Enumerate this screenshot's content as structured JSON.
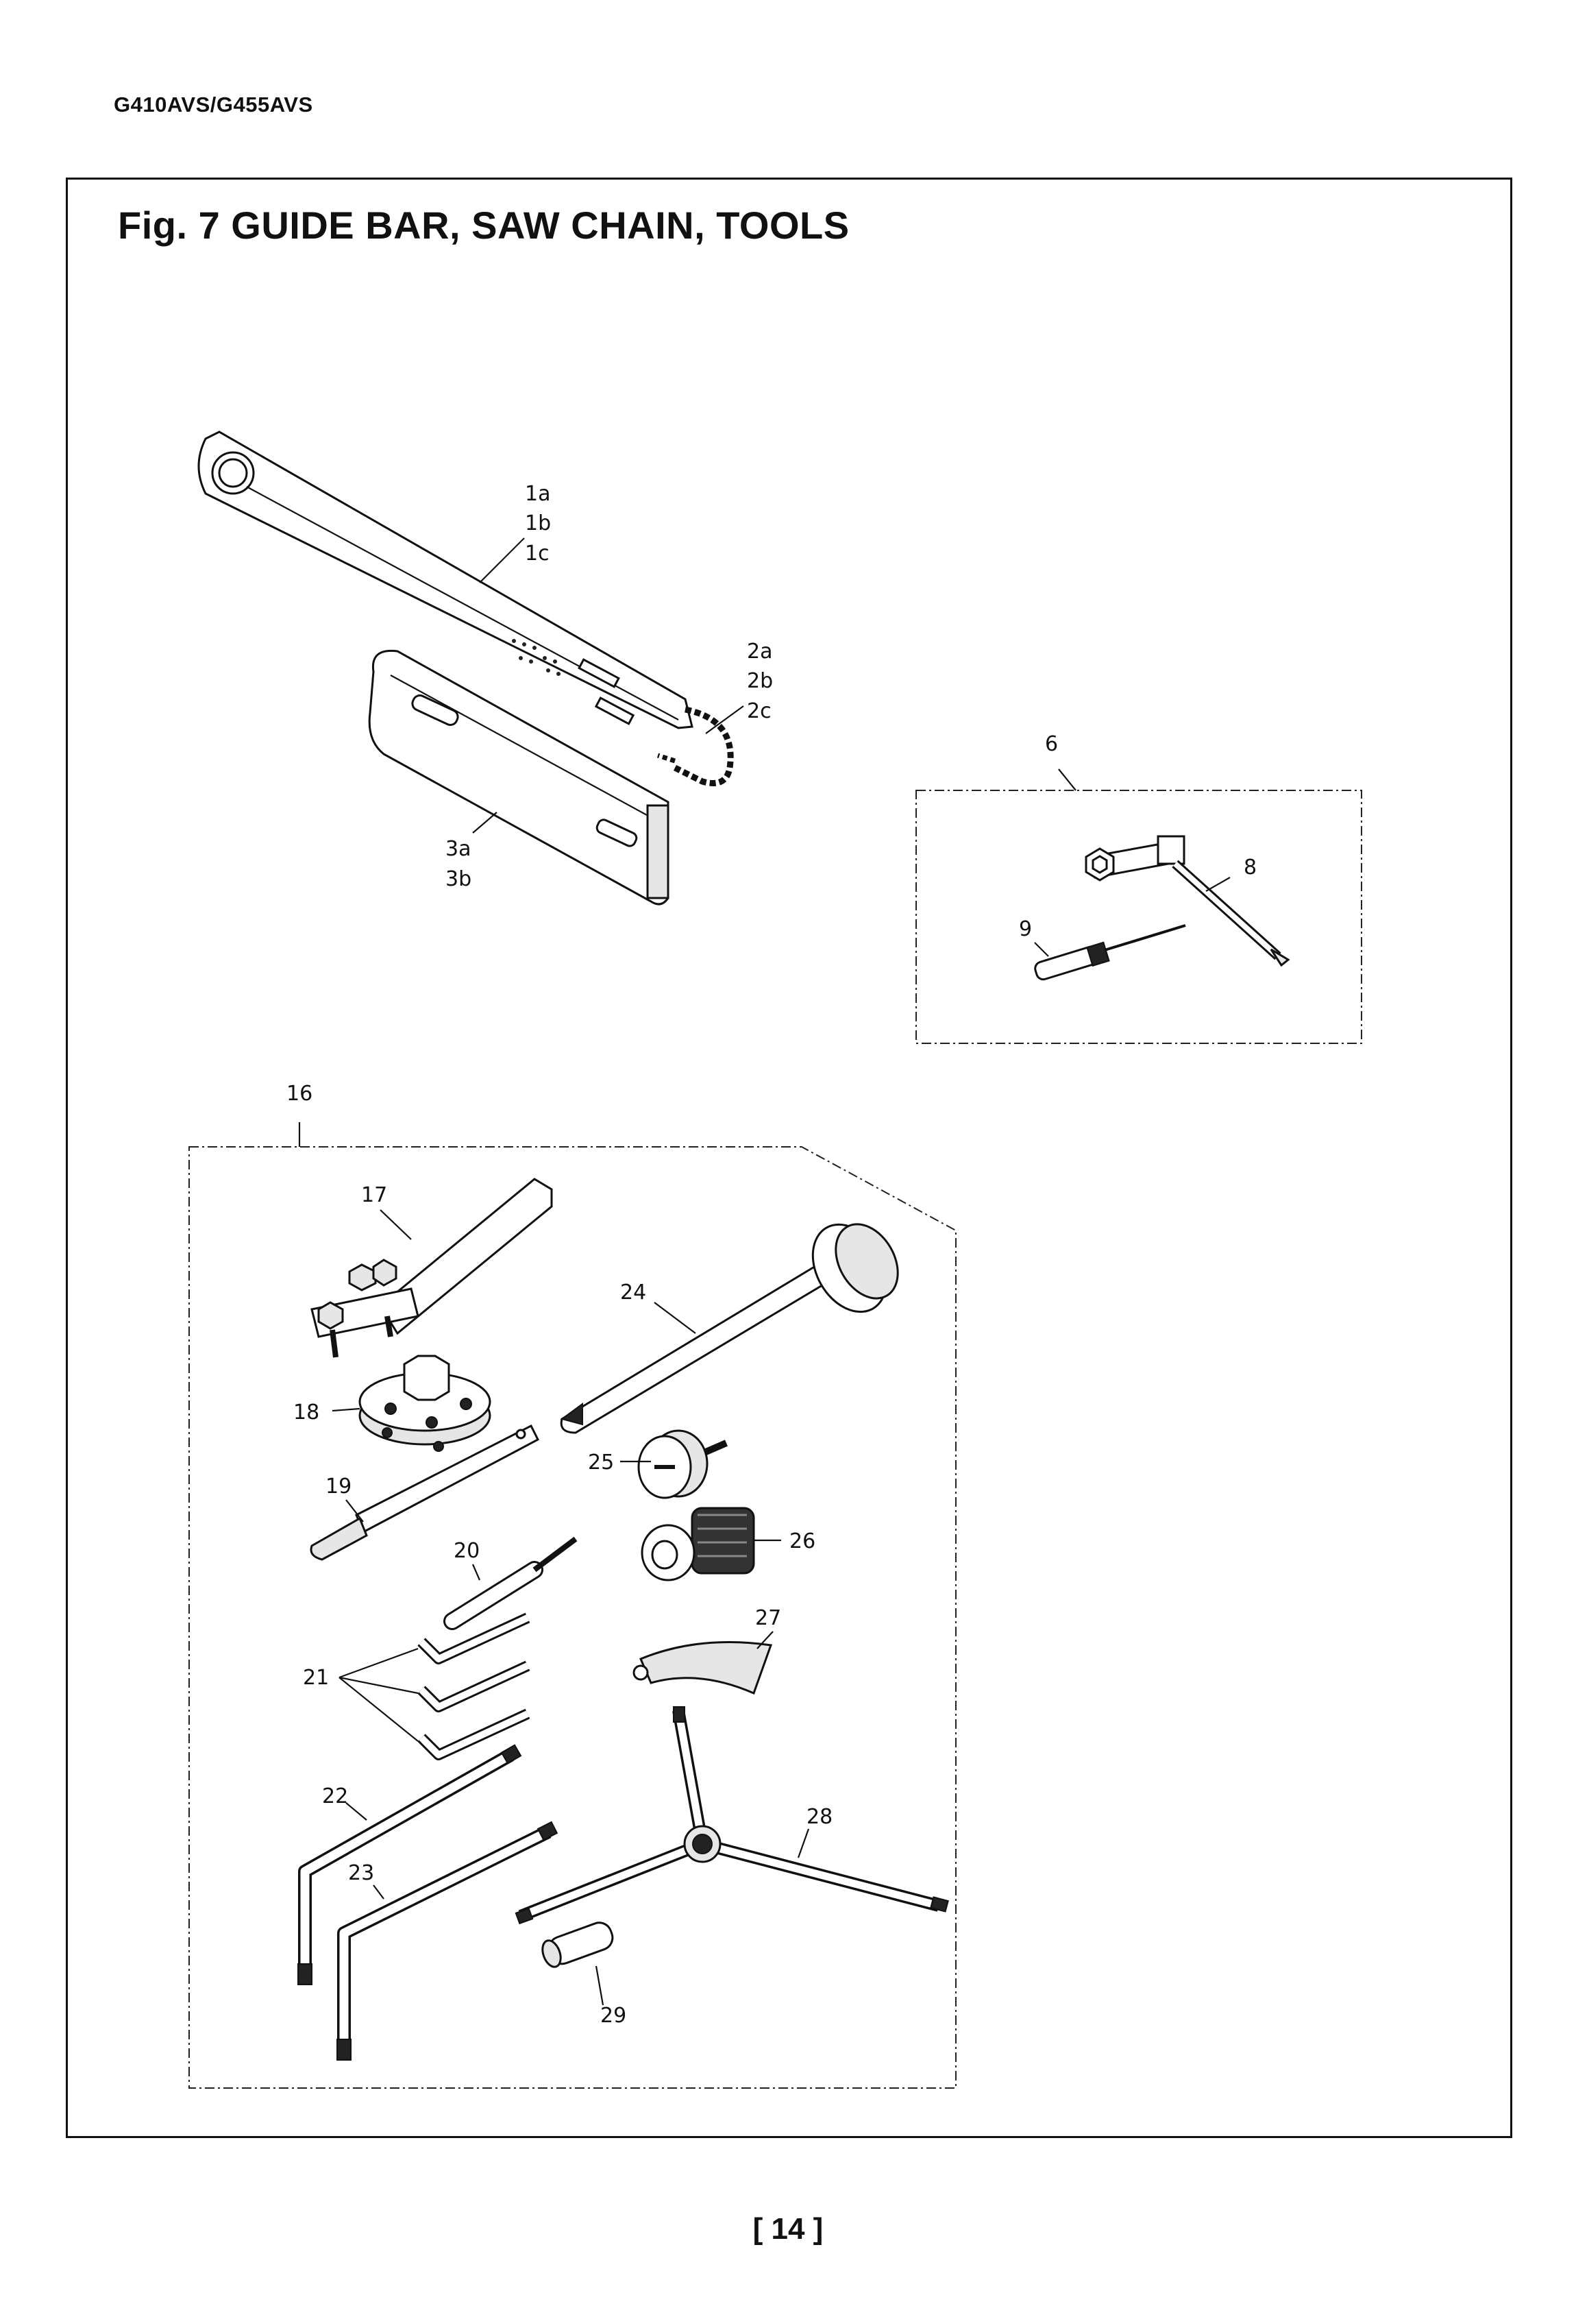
{
  "header": {
    "model": "G410AVS/G455AVS"
  },
  "figure": {
    "title": "Fig. 7  GUIDE BAR, SAW CHAIN, TOOLS"
  },
  "callouts": {
    "c1a": "1a",
    "c1b": "1b",
    "c1c": "1c",
    "c2a": "2a",
    "c2b": "2b",
    "c2c": "2c",
    "c3a": "3a",
    "c3b": "3b",
    "c6": "6",
    "c8": "8",
    "c9": "9",
    "c16": "16",
    "c17": "17",
    "c18": "18",
    "c19": "19",
    "c20": "20",
    "c21": "21",
    "c22": "22",
    "c23": "23",
    "c24": "24",
    "c25": "25",
    "c26": "26",
    "c27": "27",
    "c28": "28",
    "c29": "29"
  },
  "footer": {
    "page": "[ 14 ]"
  }
}
